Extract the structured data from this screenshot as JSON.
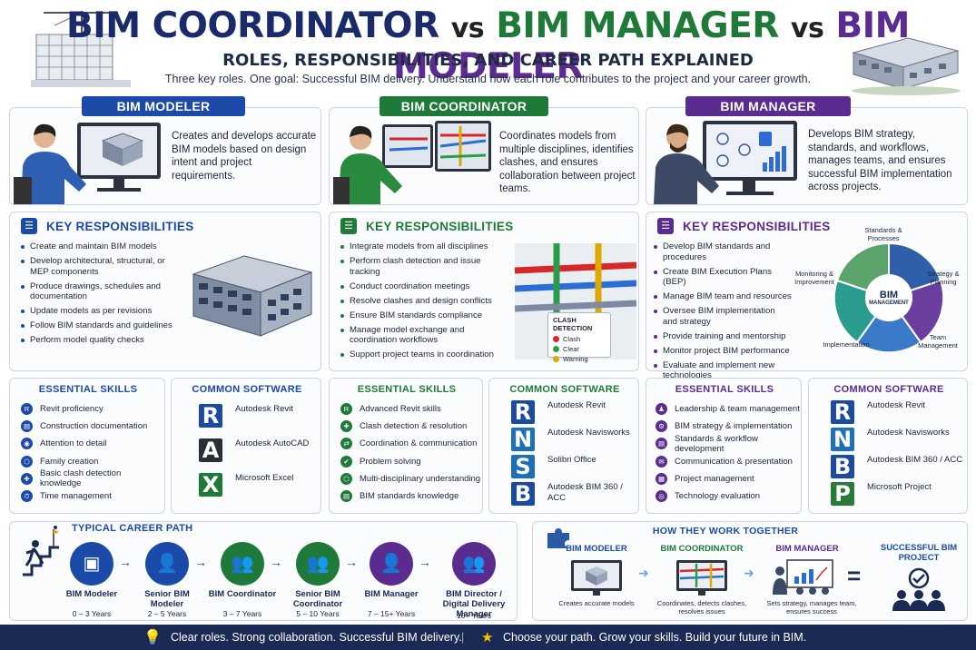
{
  "header": {
    "title_part1": "BIM COORDINATOR",
    "title_vs1": "vs",
    "title_part2": "BIM MANAGER",
    "title_vs2": "vs",
    "title_part3": "BIM MODELER",
    "subtitle": "ROLES, RESPONSIBILITIES, AND CAREER PATH EXPLAINED",
    "tagline": "Three key roles. One goal: Successful BIM delivery. Understand how each role contributes to the project and your career growth."
  },
  "colors": {
    "modeler": "#1c4aa8",
    "coordinator": "#1f7a3a",
    "manager": "#5b2c8f",
    "navy": "#1b2a55"
  },
  "roles": {
    "modeler": {
      "label": "BIM MODELER",
      "desc": "Creates and develops accurate BIM models based on design intent and project requirements.",
      "resp_title": "KEY RESPONSIBILITIES",
      "responsibilities": [
        "Create and maintain BIM models",
        "Develop architectural, structural, or MEP components",
        "Produce drawings, schedules and documentation",
        "Update models as per revisions",
        "Follow BIM standards and guidelines",
        "Perform model quality checks"
      ],
      "skills_title": "ESSENTIAL SKILLS",
      "skills": [
        "Revit proficiency",
        "Construction documentation",
        "Attention to detail",
        "Family creation",
        "Basic clash detection knowledge",
        "Time management"
      ],
      "software_title": "COMMON SOFTWARE",
      "software": [
        {
          "logo": "R",
          "name": "Autodesk Revit"
        },
        {
          "logo": "A",
          "name": "Autodesk AutoCAD"
        },
        {
          "logo": "X",
          "name": "Microsoft Excel"
        }
      ]
    },
    "coordinator": {
      "label": "BIM COORDINATOR",
      "desc": "Coordinates models from multiple disciplines, identifies clashes, and ensures collaboration between project teams.",
      "resp_title": "KEY RESPONSIBILITIES",
      "responsibilities": [
        "Integrate models from all disciplines",
        "Perform clash detection and issue tracking",
        "Conduct coordination meetings",
        "Resolve clashes and design conflicts",
        "Ensure BIM standards compliance",
        "Manage model exchange and coordination workflows",
        "Support project teams in coordination"
      ],
      "clash_legend": {
        "title": "CLASH DETECTION",
        "items": [
          "Clash",
          "Clear",
          "Warning"
        ]
      },
      "skills_title": "ESSENTIAL SKILLS",
      "skills": [
        "Advanced Revit skills",
        "Clash detection & resolution",
        "Coordination & communication",
        "Problem solving",
        "Multi-disciplinary understanding",
        "BIM standards knowledge"
      ],
      "software_title": "COMMON SOFTWARE",
      "software": [
        {
          "logo": "R",
          "name": "Autodesk Revit"
        },
        {
          "logo": "N",
          "name": "Autodesk Navisworks"
        },
        {
          "logo": "S",
          "name": "Solibri Office"
        },
        {
          "logo": "B",
          "name": "Autodesk BIM 360 / ACC"
        }
      ]
    },
    "manager": {
      "label": "BIM MANAGER",
      "desc": "Develops BIM strategy, standards, and workflows, manages teams, and ensures successful BIM implementation across projects.",
      "resp_title": "KEY RESPONSIBILITIES",
      "responsibilities": [
        "Develop BIM standards and procedures",
        "Create BIM Execution Plans (BEP)",
        "Manage BIM team and resources",
        "Oversee BIM implementation and strategy",
        "Provide training and mentorship",
        "Monitor project BIM performance",
        "Evaluate and implement new technologies"
      ],
      "cycle": {
        "center_title": "BIM",
        "center_sub": "MANAGEMENT",
        "labels": [
          "Standards & Processes",
          "Strategy & Planning",
          "Team Management",
          "Implementation",
          "Monitoring & Improvement"
        ]
      },
      "skills_title": "ESSENTIAL SKILLS",
      "skills": [
        "Leadership & team management",
        "BIM strategy & implementation",
        "Standards & workflow development",
        "Communication & presentation",
        "Project management",
        "Technology evaluation"
      ],
      "software_title": "COMMON SOFTWARE",
      "software": [
        {
          "logo": "R",
          "name": "Autodesk Revit"
        },
        {
          "logo": "N",
          "name": "Autodesk Navisworks"
        },
        {
          "logo": "B",
          "name": "Autodesk BIM 360 / ACC"
        },
        {
          "logo": "P",
          "name": "Microsoft Project"
        }
      ]
    }
  },
  "career": {
    "title": "TYPICAL CAREER PATH",
    "steps": [
      {
        "name": "BIM Modeler",
        "years": "0 – 3 Years"
      },
      {
        "name": "Senior BIM Modeler",
        "years": "2 – 5 Years"
      },
      {
        "name": "BIM Coordinator",
        "years": "3 – 7 Years"
      },
      {
        "name": "Senior BIM Coordinator",
        "years": "5 – 10 Years"
      },
      {
        "name": "BIM Manager",
        "years": "7 – 15+ Years"
      },
      {
        "name": "BIM Director / Digital Delivery Manager",
        "years": "10+ Years"
      }
    ]
  },
  "together": {
    "title": "HOW THEY WORK TOGETHER",
    "items": [
      {
        "title": "BIM MODELER",
        "caption": "Creates accurate models"
      },
      {
        "title": "BIM COORDINATOR",
        "caption": "Coordinates, detects clashes, resolves issues"
      },
      {
        "title": "BIM MANAGER",
        "caption": "Sets strategy, manages team, ensures success"
      }
    ],
    "equals": "=",
    "result": "SUCCESSFUL BIM PROJECT"
  },
  "footer": {
    "left": "Clear roles. Strong collaboration. Successful BIM delivery.",
    "divider": "|",
    "right": "Choose your path. Grow your skills. Build your future in BIM."
  }
}
